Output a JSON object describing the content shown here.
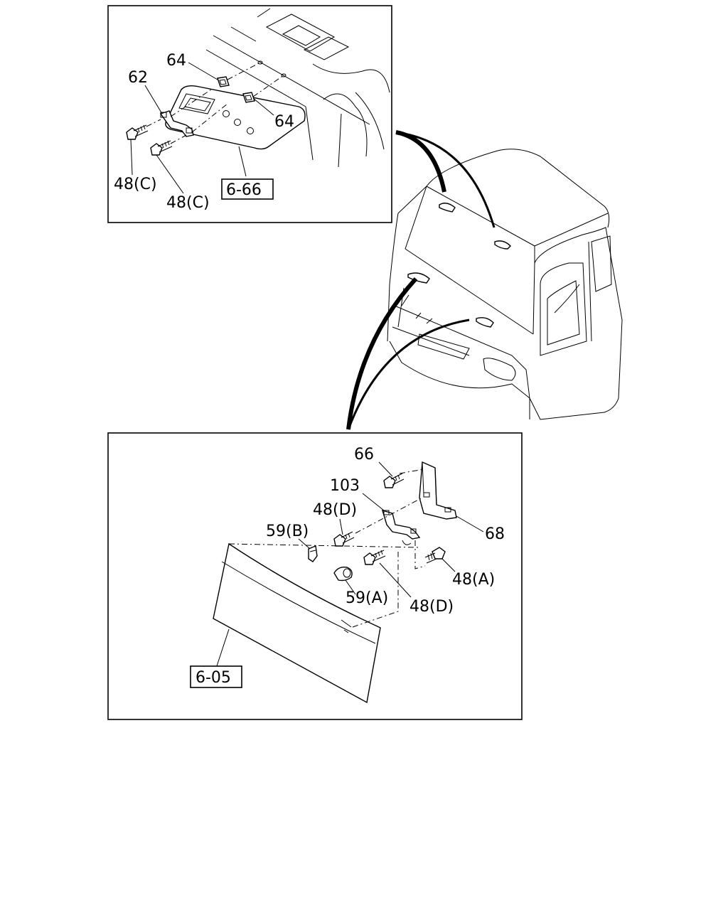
{
  "top_panel": {
    "labels": {
      "l64a": "64",
      "l62": "62",
      "l64b": "64",
      "l48c_left": "48(C)",
      "l48c_right": "48(C)"
    },
    "ref_box": "6-66"
  },
  "bottom_panel": {
    "labels": {
      "l66": "66",
      "l103": "103",
      "l48d_top": "48(D)",
      "l59b": "59(B)",
      "l68": "68",
      "l48a": "48(A)",
      "l59a": "59(A)",
      "l48d_bottom": "48(D)"
    },
    "ref_box": "6-05"
  }
}
